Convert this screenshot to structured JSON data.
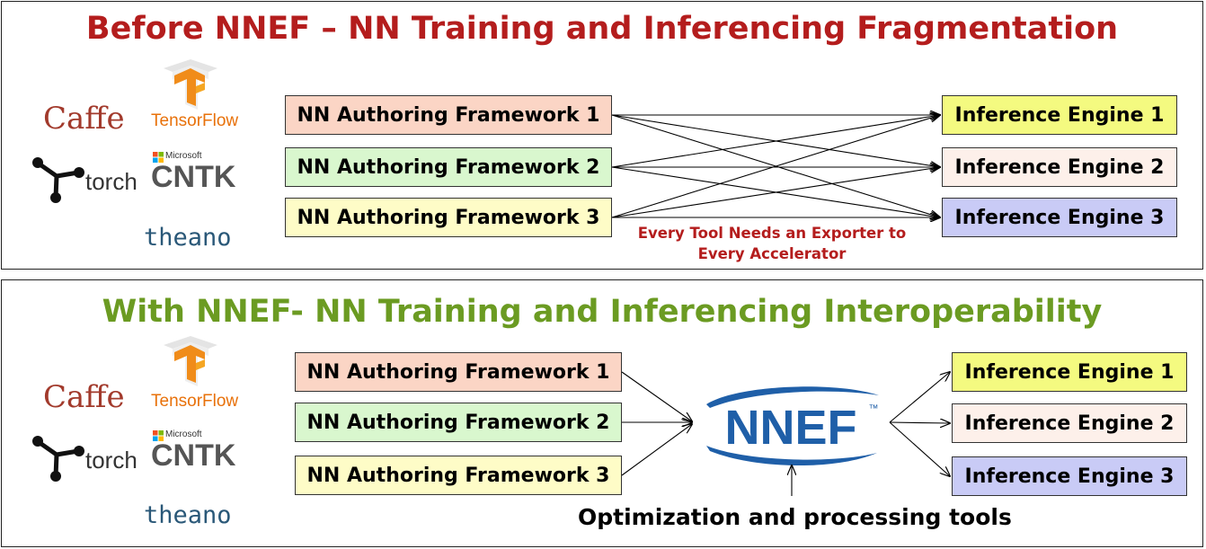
{
  "before": {
    "title": "Before NNEF – NN Training and Inferencing Fragmentation",
    "frameworks": [
      "NN Authoring Framework 1",
      "NN Authoring Framework 2",
      "NN Authoring Framework 3"
    ],
    "engines": [
      "Inference Engine 1",
      "Inference Engine 2",
      "Inference Engine 3"
    ],
    "note_line1": "Every Tool Needs an Exporter to",
    "note_line2": "Every Accelerator"
  },
  "after": {
    "title": "With NNEF- NN Training and Inferencing Interoperability",
    "frameworks": [
      "NN Authoring Framework 1",
      "NN Authoring Framework 2",
      "NN Authoring Framework 3"
    ],
    "engines": [
      "Inference Engine 1",
      "Inference Engine 2",
      "Inference Engine 3"
    ],
    "hub_logo_text": "NNEF",
    "hub_logo_tm": "™",
    "tools_label": "Optimization and processing tools"
  },
  "logos": {
    "caffe": "Caffe",
    "tensorflow": "TensorFlow",
    "microsoft": "Microsoft",
    "cntk": "CNTK",
    "torch": "torch",
    "theano": "theano"
  },
  "colors": {
    "before_title": "#b41d1d",
    "after_title": "#6b9b22",
    "framework_1": "#fbd5c5",
    "framework_2": "#d9f7ce",
    "framework_3": "#fefcc7",
    "engine_1": "#f4fa80",
    "engine_2": "#fdf0ea",
    "engine_3": "#c9cbf6",
    "nnef_blue": "#1f5fa8"
  },
  "icons": [
    "tensorflow-logo-icon",
    "torch-logo-icon",
    "microsoft-logo-icon",
    "nnef-logo-icon"
  ]
}
